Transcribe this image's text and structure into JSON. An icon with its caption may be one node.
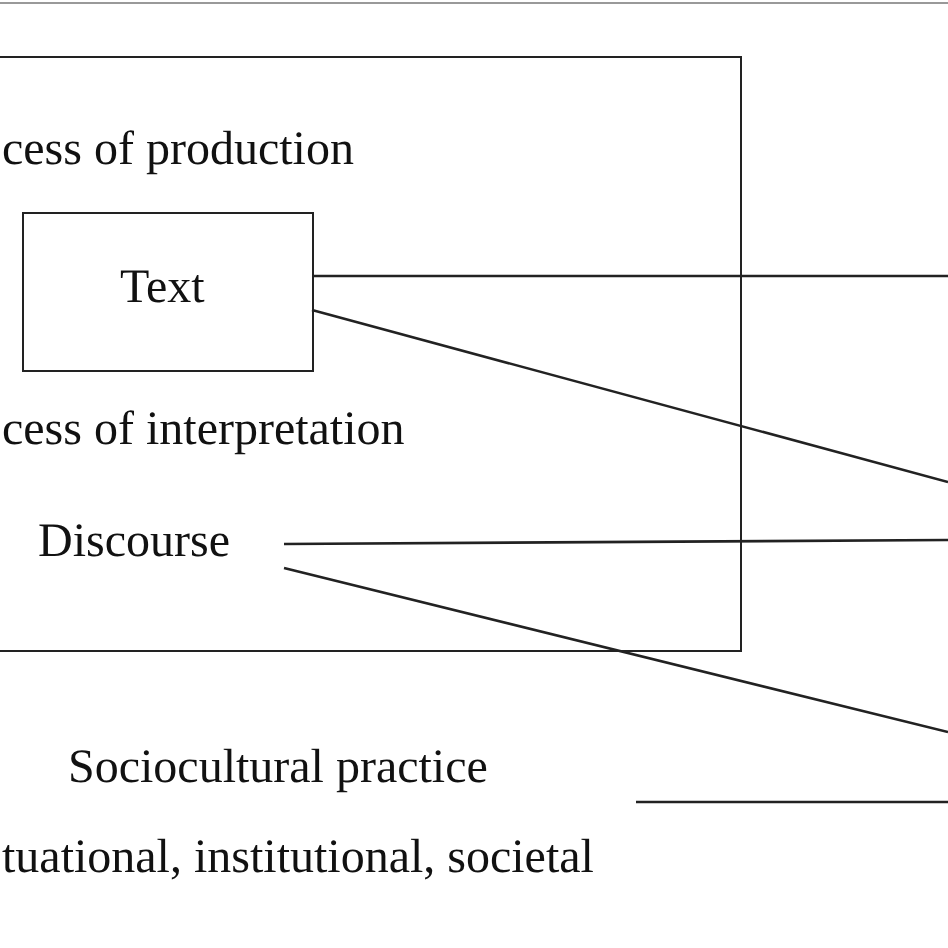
{
  "diagram": {
    "nodes": [
      {
        "text": [
          "cess of production",
          "cess of interpretation"
        ]
      },
      {
        "text": [
          "Text"
        ],
        "in": 0
      },
      {
        "text": [
          "Discourse"
        ],
        "in": 0
      },
      {
        "text": [
          "Sociocultural practice",
          "tuational, institutional, societal"
        ]
      }
    ],
    "edges": [
      {
        "from": 1,
        "to": null,
        "arrow": "none"
      },
      {
        "from": 1,
        "to": null,
        "arrow": "none"
      },
      {
        "from": 2,
        "to": null,
        "arrow": "none"
      },
      {
        "from": 2,
        "to": null,
        "arrow": "none"
      },
      {
        "from": 3,
        "to": null,
        "arrow": "none"
      }
    ]
  }
}
